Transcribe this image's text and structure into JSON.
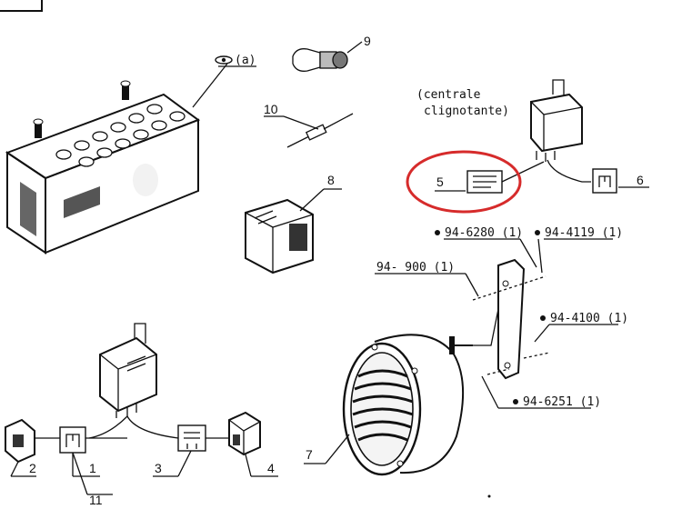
{
  "battery": {
    "label": "(a)"
  },
  "relay_group": {
    "caption_line1": "(centrale",
    "caption_line2": "clignotante)"
  },
  "callouts": {
    "n1": "1",
    "n2": "2",
    "n3": "3",
    "n4": "4",
    "n5": "5",
    "n6": "6",
    "n7": "7",
    "n8": "8",
    "n9": "9",
    "n10": "10",
    "n11": "11"
  },
  "horn_parts": {
    "p1": "94-6280 (1)",
    "p2": "94-4119 (1)",
    "p3": "94- 900 (1)",
    "p4": "94-4100 (1)",
    "p5": "94-6251 (1)"
  },
  "highlight": {
    "color": "#d62b2b",
    "target": "5"
  }
}
